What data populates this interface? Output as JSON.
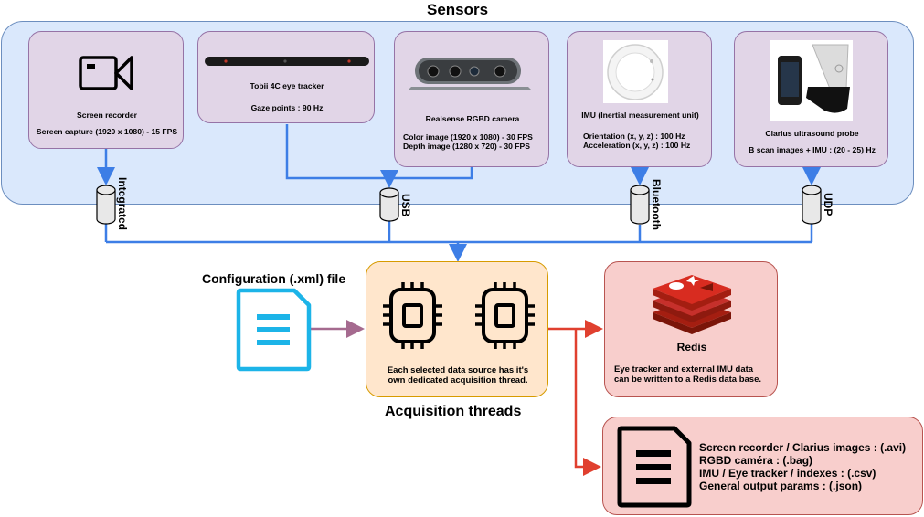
{
  "sensors": {
    "title": "Sensors",
    "items": [
      {
        "name": "Screen recorder",
        "detail": "Screen capture (1920 x 1080) - 15 FPS"
      },
      {
        "name": "Tobii 4C eye tracker",
        "detail": "Gaze points : 90 Hz"
      },
      {
        "name": "Realsense RGBD camera",
        "detail1": "Color image (1920 x 1080) - 30 FPS",
        "detail2": "Depth image (1280 x 720) - 30 FPS"
      },
      {
        "name": "IMU (Inertial measurement unit)",
        "detail1": "Orientation (x, y, z) : 100 Hz",
        "detail2": "Acceleration (x, y, z) : 100 Hz"
      },
      {
        "name": "Clarius ultrasound probe",
        "detail": "B scan images + IMU : (20 - 25) Hz"
      }
    ],
    "connections": [
      "Integrated",
      "USB",
      "Bluetooth",
      "UDP"
    ]
  },
  "config": {
    "label": "Configuration (.xml) file"
  },
  "acquisition": {
    "title": "Acquisition threads",
    "text1": "Each selected data source has it's",
    "text2": "own dedicated acquisition thread."
  },
  "redis": {
    "title": "Redis",
    "text1": "Eye tracker and external IMU data",
    "text2": "can be written to a Redis data base."
  },
  "outputs": {
    "lines": [
      "Screen recorder / Clarius images : (.avi)",
      "RGBD caméra : (.bag)",
      "IMU / Eye tracker / indexes : (.csv)",
      "General output params : (.json)"
    ]
  },
  "colors": {
    "blue_line": "#3d7ee6",
    "red_line": "#e0402f",
    "purple_line": "#a56a8f",
    "config_blue": "#1cb4e8"
  }
}
